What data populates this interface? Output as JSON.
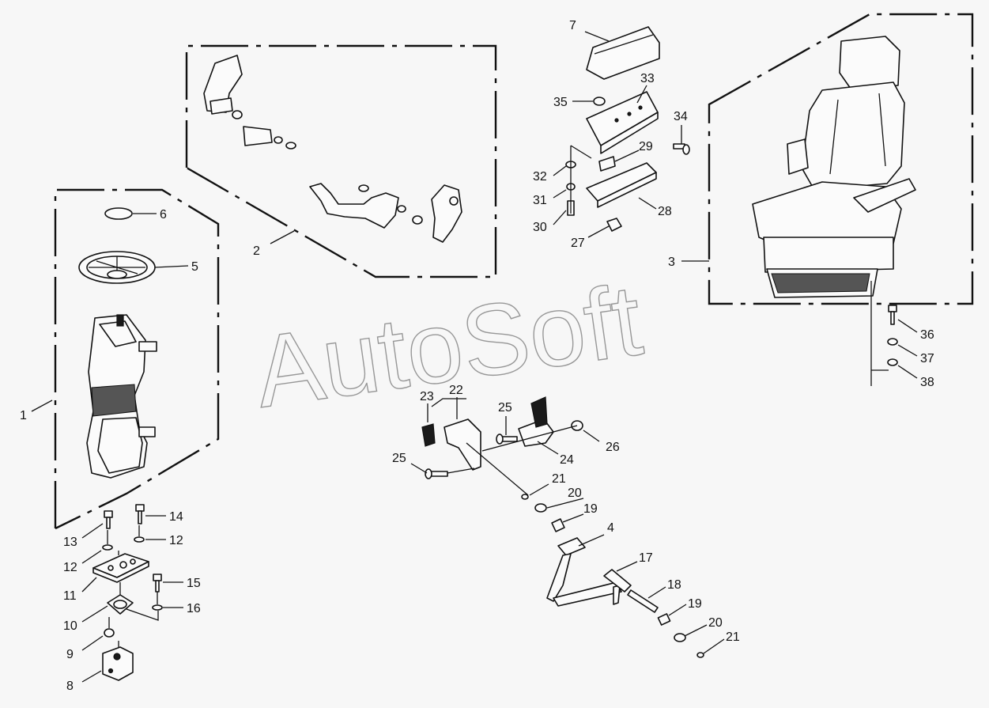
{
  "diagram": {
    "watermark": "AutoSoft",
    "callouts": [
      "1",
      "2",
      "3",
      "4",
      "5",
      "6",
      "7",
      "8",
      "9",
      "10",
      "11",
      "12",
      "12",
      "13",
      "14",
      "15",
      "16",
      "17",
      "18",
      "19",
      "19",
      "20",
      "20",
      "21",
      "21",
      "22",
      "23",
      "24",
      "25",
      "25",
      "26",
      "27",
      "28",
      "29",
      "30",
      "31",
      "32",
      "33",
      "34",
      "35",
      "36",
      "37",
      "38"
    ]
  }
}
